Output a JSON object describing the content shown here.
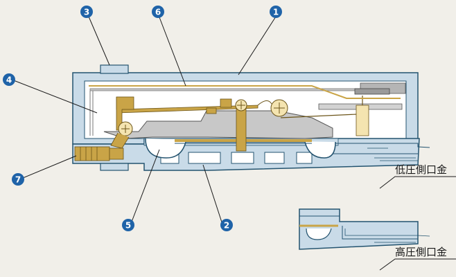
{
  "callouts": [
    {
      "id": "c1",
      "number": "1"
    },
    {
      "id": "c2",
      "number": "2"
    },
    {
      "id": "c3",
      "number": "3"
    },
    {
      "id": "c4",
      "number": "4"
    },
    {
      "id": "c5",
      "number": "5"
    },
    {
      "id": "c6",
      "number": "6"
    },
    {
      "id": "c7",
      "number": "7"
    }
  ],
  "ports": {
    "low_pressure": "低圧側口金",
    "high_pressure": "高圧側口金"
  },
  "colors": {
    "background": "#f1efe9",
    "casing": "#c9dbe8",
    "casing_outline": "#23536f",
    "mechanism": "#c8c8c8",
    "brass": "#c9a447",
    "callout": "#1f63a8"
  }
}
